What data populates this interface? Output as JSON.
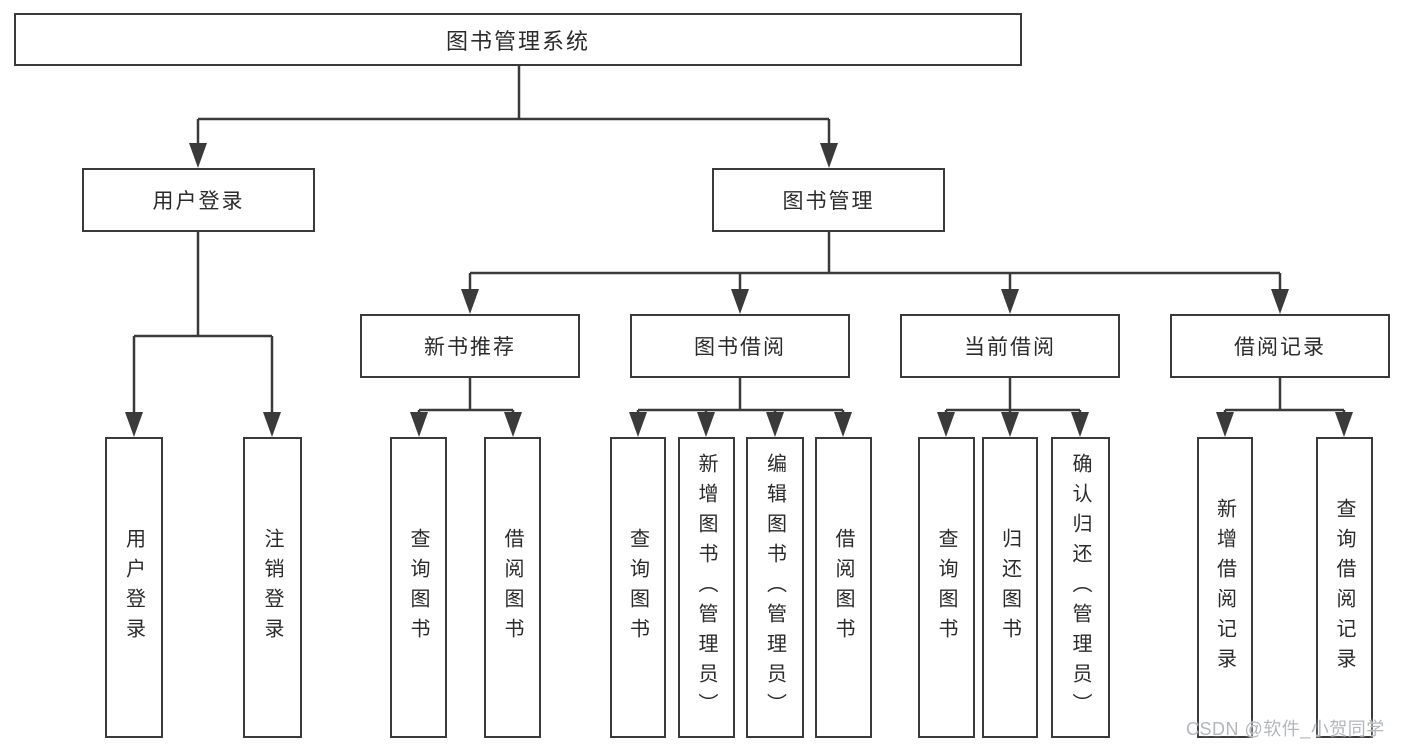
{
  "diagram": {
    "title": "图书管理系统",
    "colors": {
      "line": "#3a3a3a",
      "text": "#2b2b2b",
      "box_background": "#ffffff",
      "watermark": "#b3b7bd"
    },
    "tree": {
      "label": "图书管理系统",
      "children": [
        {
          "label": "用户登录",
          "children": [
            {
              "label": "用户登录"
            },
            {
              "label": "注销登录"
            }
          ]
        },
        {
          "label": "图书管理",
          "children": [
            {
              "label": "新书推荐",
              "children": [
                {
                  "label": "查询图书"
                },
                {
                  "label": "借阅图书"
                }
              ]
            },
            {
              "label": "图书借阅",
              "children": [
                {
                  "label": "查询图书"
                },
                {
                  "label": "新增图书（管理员）"
                },
                {
                  "label": "编辑图书（管理员）"
                },
                {
                  "label": "借阅图书"
                }
              ]
            },
            {
              "label": "当前借阅",
              "children": [
                {
                  "label": "查询图书"
                },
                {
                  "label": "归还图书"
                },
                {
                  "label": "确认归还（管理员）"
                }
              ]
            },
            {
              "label": "借阅记录",
              "children": [
                {
                  "label": "新增借阅记录"
                },
                {
                  "label": "查询借阅记录"
                }
              ]
            }
          ]
        }
      ]
    }
  },
  "watermark": {
    "text": "CSDN @软件_小贺同学"
  }
}
